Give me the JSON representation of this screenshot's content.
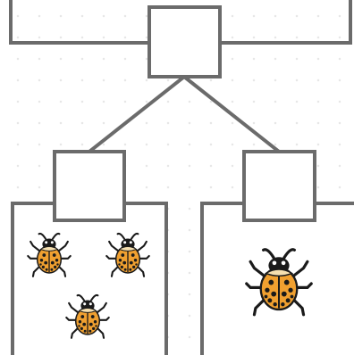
{
  "diagram": {
    "type": "tree",
    "colors": {
      "line": "#6b6b6b",
      "background": "#ffffff",
      "grid_dot": "#e6e6e6",
      "ladybug_body": "#f0a030",
      "ladybug_spots": "#1a1a1a"
    },
    "root": {
      "label": "",
      "children": [
        {
          "label": "",
          "group": {
            "item": "ladybug",
            "count": 3,
            "size": "small"
          }
        },
        {
          "label": "",
          "group": {
            "item": "ladybug",
            "count": 1,
            "size": "large"
          }
        }
      ]
    }
  },
  "icons": {
    "ladybug": "ladybug-icon"
  }
}
